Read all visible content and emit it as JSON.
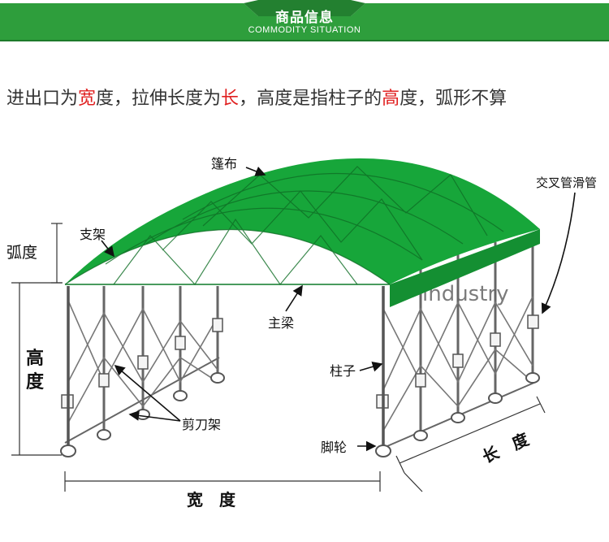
{
  "header": {
    "title": "商品信息",
    "subtitle": "COMMODITY SITUATION"
  },
  "description": {
    "parts": [
      {
        "text": "进出口为",
        "highlight": false
      },
      {
        "text": "宽",
        "highlight": true
      },
      {
        "text": "度，拉伸长度为",
        "highlight": false
      },
      {
        "text": "长",
        "highlight": true
      },
      {
        "text": "，高度是指柱子的",
        "highlight": false
      },
      {
        "text": "高",
        "highlight": true
      },
      {
        "text": "度，弧形不算",
        "highlight": false
      }
    ]
  },
  "diagram": {
    "labels": {
      "canvas": "篷布",
      "cross_tube": "交叉管滑管",
      "bracket": "支架",
      "arc_degree": "弧度",
      "main_beam": "主梁",
      "height": "高度",
      "pillar": "柱子",
      "scissor_frame": "剪刀架",
      "caster": "脚轮",
      "width": "宽　度",
      "length": "长　度"
    },
    "watermark": "industry"
  },
  "colors": {
    "banner_green": "#2e9e3c",
    "canopy_green": "#17a63a",
    "highlight_red": "#e02020",
    "frame_gray": "#555555"
  }
}
